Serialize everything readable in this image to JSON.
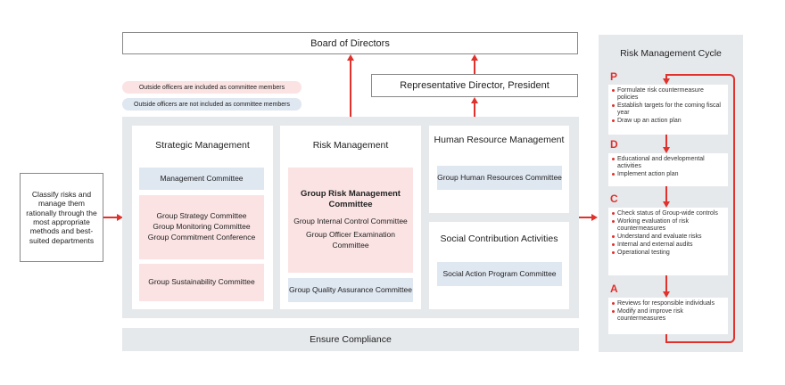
{
  "board": "Board of Directors",
  "president": "Representative Director, President",
  "legend": {
    "included": "Outside officers are included as committee members",
    "not_included": "Outside officers are not included as committee members"
  },
  "input_text": "Classify risks and manage them rationally through the most appropriate methods and best-suited departments",
  "columns": {
    "strategic": {
      "title": "Strategic Management",
      "blue1": "Management Committee",
      "pink1": [
        "Group Strategy Committee",
        "Group Monitoring Committee",
        "Group Commitment Conference"
      ],
      "pink2": "Group Sustainability Committee"
    },
    "risk": {
      "title": "Risk Management",
      "pink_title": "Group Risk Management Committee",
      "pink_items": [
        "Group Internal Control Committee",
        "Group Officer Examination Committee"
      ],
      "blue1": "Group Quality Assurance Committee"
    },
    "hr": {
      "title": "Human Resource Management",
      "blue1": "Group Human Resources Committee"
    },
    "social": {
      "title": "Social Contribution Activities",
      "blue1": "Social Action Program Committee"
    }
  },
  "compliance": "Ensure Compliance",
  "cycle": {
    "title": "Risk Management Cycle",
    "steps": [
      {
        "letter": "P",
        "items": [
          "Formulate risk countermeasure policies",
          "Establish targets for the coming fiscal year",
          "Draw up an action plan"
        ]
      },
      {
        "letter": "D",
        "items": [
          "Educational and developmental activities",
          "Implement action plan"
        ]
      },
      {
        "letter": "C",
        "items": [
          "Check status of Group-wide controls",
          "Working evaluation of risk countermeasures",
          "Understand and evaluate risks",
          "Internal and external audits",
          "Operational testing"
        ]
      },
      {
        "letter": "A",
        "items": [
          "Reviews for responsible individuals",
          "Modify and improve risk countermeasures"
        ]
      }
    ]
  },
  "colors": {
    "accent": "#e0312c",
    "pink": "#fbe3e3",
    "blue": "#dfe7f1",
    "panel": "#e6e9ec"
  }
}
